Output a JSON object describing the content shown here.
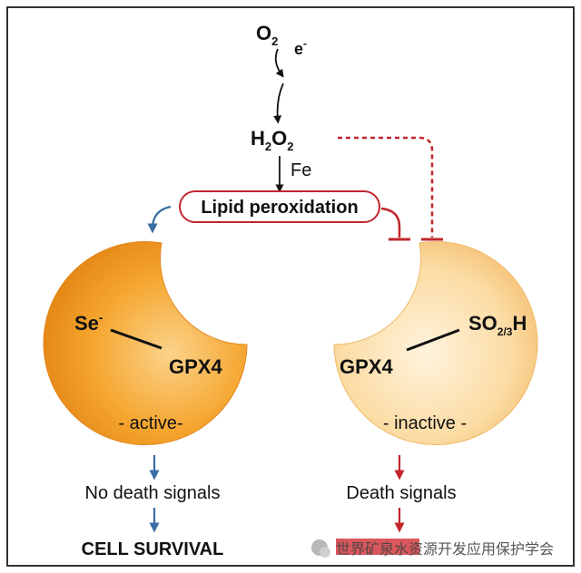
{
  "top": {
    "o2": {
      "main": "O",
      "sub": "2"
    },
    "electron": {
      "main": "e",
      "sup": "-"
    }
  },
  "h2o2": {
    "h": "H",
    "sub1": "2",
    "o": "O",
    "sub2": "2"
  },
  "fe_label": "Fe",
  "lipid_peroxidation": "Lipid peroxidation",
  "left": {
    "se": {
      "main": "Se",
      "sup": "-"
    },
    "enzyme": "GPX4",
    "state": "- active-",
    "signal": "No death signals",
    "outcome": "CELL SURVIVAL"
  },
  "right": {
    "so": {
      "main": "SO",
      "sub": "2/3",
      "tail": "H"
    },
    "enzyme": "GPX4",
    "state": "- inactive -",
    "signal": "Death signals"
  },
  "watermark": "世界矿泉水资源开发应用保护学会",
  "colors": {
    "frame": "#333333",
    "active_crescent": "#f29a22",
    "inactive_crescent": "#f8c77a",
    "inhibit_red": "#c0262c",
    "blue_arrow": "#3a6ea5",
    "black_arrow": "#111111"
  }
}
